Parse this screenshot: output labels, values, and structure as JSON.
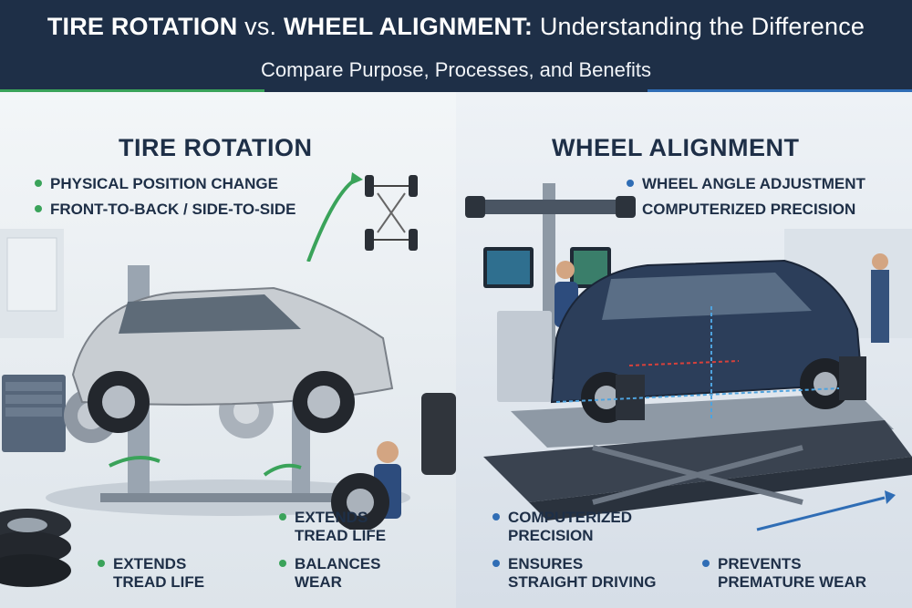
{
  "header": {
    "title_part1": "TIRE ROTATION",
    "title_vs": " vs. ",
    "title_part2": "WHEEL ALIGNMENT:",
    "title_rest": " Understanding the Difference",
    "subtitle": "Compare Purpose, Processes, and Benefits"
  },
  "colors": {
    "navy": "#1e2f47",
    "green_accent": "#3aa35a",
    "blue_accent": "#2f6db5"
  },
  "left": {
    "title": "TIRE ROTATION",
    "bullets": [
      "PHYSICAL POSITION CHANGE",
      "FRONT-TO-BACK / SIDE-TO-SIDE"
    ],
    "benefit_1": {
      "line1": "EXTENDS",
      "line2": "TREAD LIFE"
    },
    "benefit_2": {
      "line1": "EXTENDS",
      "line2": "TREAD LIFE"
    },
    "benefit_3": {
      "line1": "BALANCES",
      "line2": "WEAR"
    }
  },
  "right": {
    "title": "WHEEL ALIGNMENT",
    "bullets": [
      "WHEEL ANGLE ADJUSTMENT",
      "COMPUTERIZED PRECISION"
    ],
    "benefit_1": {
      "line1": "COMPUTERIZED",
      "line2": "PRECISION"
    },
    "benefit_2": {
      "line1": "ENSURES",
      "line2": "STRAIGHT DRIVING"
    },
    "benefit_3": {
      "line1": "PREVENTS",
      "line2": "PREMATURE WEAR"
    }
  }
}
